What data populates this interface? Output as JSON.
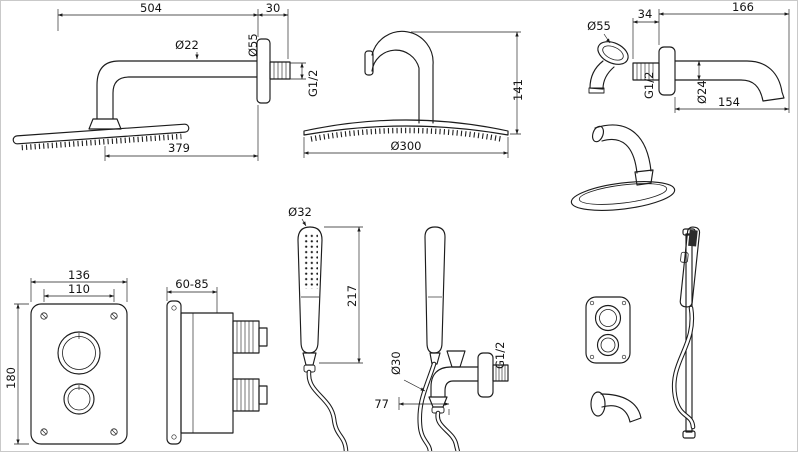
{
  "meta": {
    "title": "Shower system technical drawing",
    "bg": "#ffffff",
    "ink": "#1c1c1c"
  },
  "views": {
    "arm_side": {
      "dim_width": "504",
      "dim_wall": "30",
      "dim_arm_dia": "Ø22",
      "dim_flange_dia": "Ø55",
      "dim_thread": "G1/2",
      "dim_reach": "379"
    },
    "head_front": {
      "dim_height": "141",
      "dim_dia": "Ø300"
    },
    "spout": {
      "dim_flange_dia": "Ø55",
      "dim_depth": "34",
      "dim_length": "166",
      "dim_thread": "G1/2",
      "dim_tube_dia": "Ø24",
      "dim_reach": "154"
    },
    "valve_front": {
      "dim_width": "136",
      "dim_hole_spacing": "110",
      "dim_height": "180"
    },
    "valve_side": {
      "dim_depth_range": "60-85"
    },
    "hand_shower": {
      "dim_head_dia": "Ø32",
      "dim_length": "217",
      "dim_outlet_dia": "Ø30",
      "dim_thread": "G1/2",
      "dim_offset": "77"
    }
  }
}
